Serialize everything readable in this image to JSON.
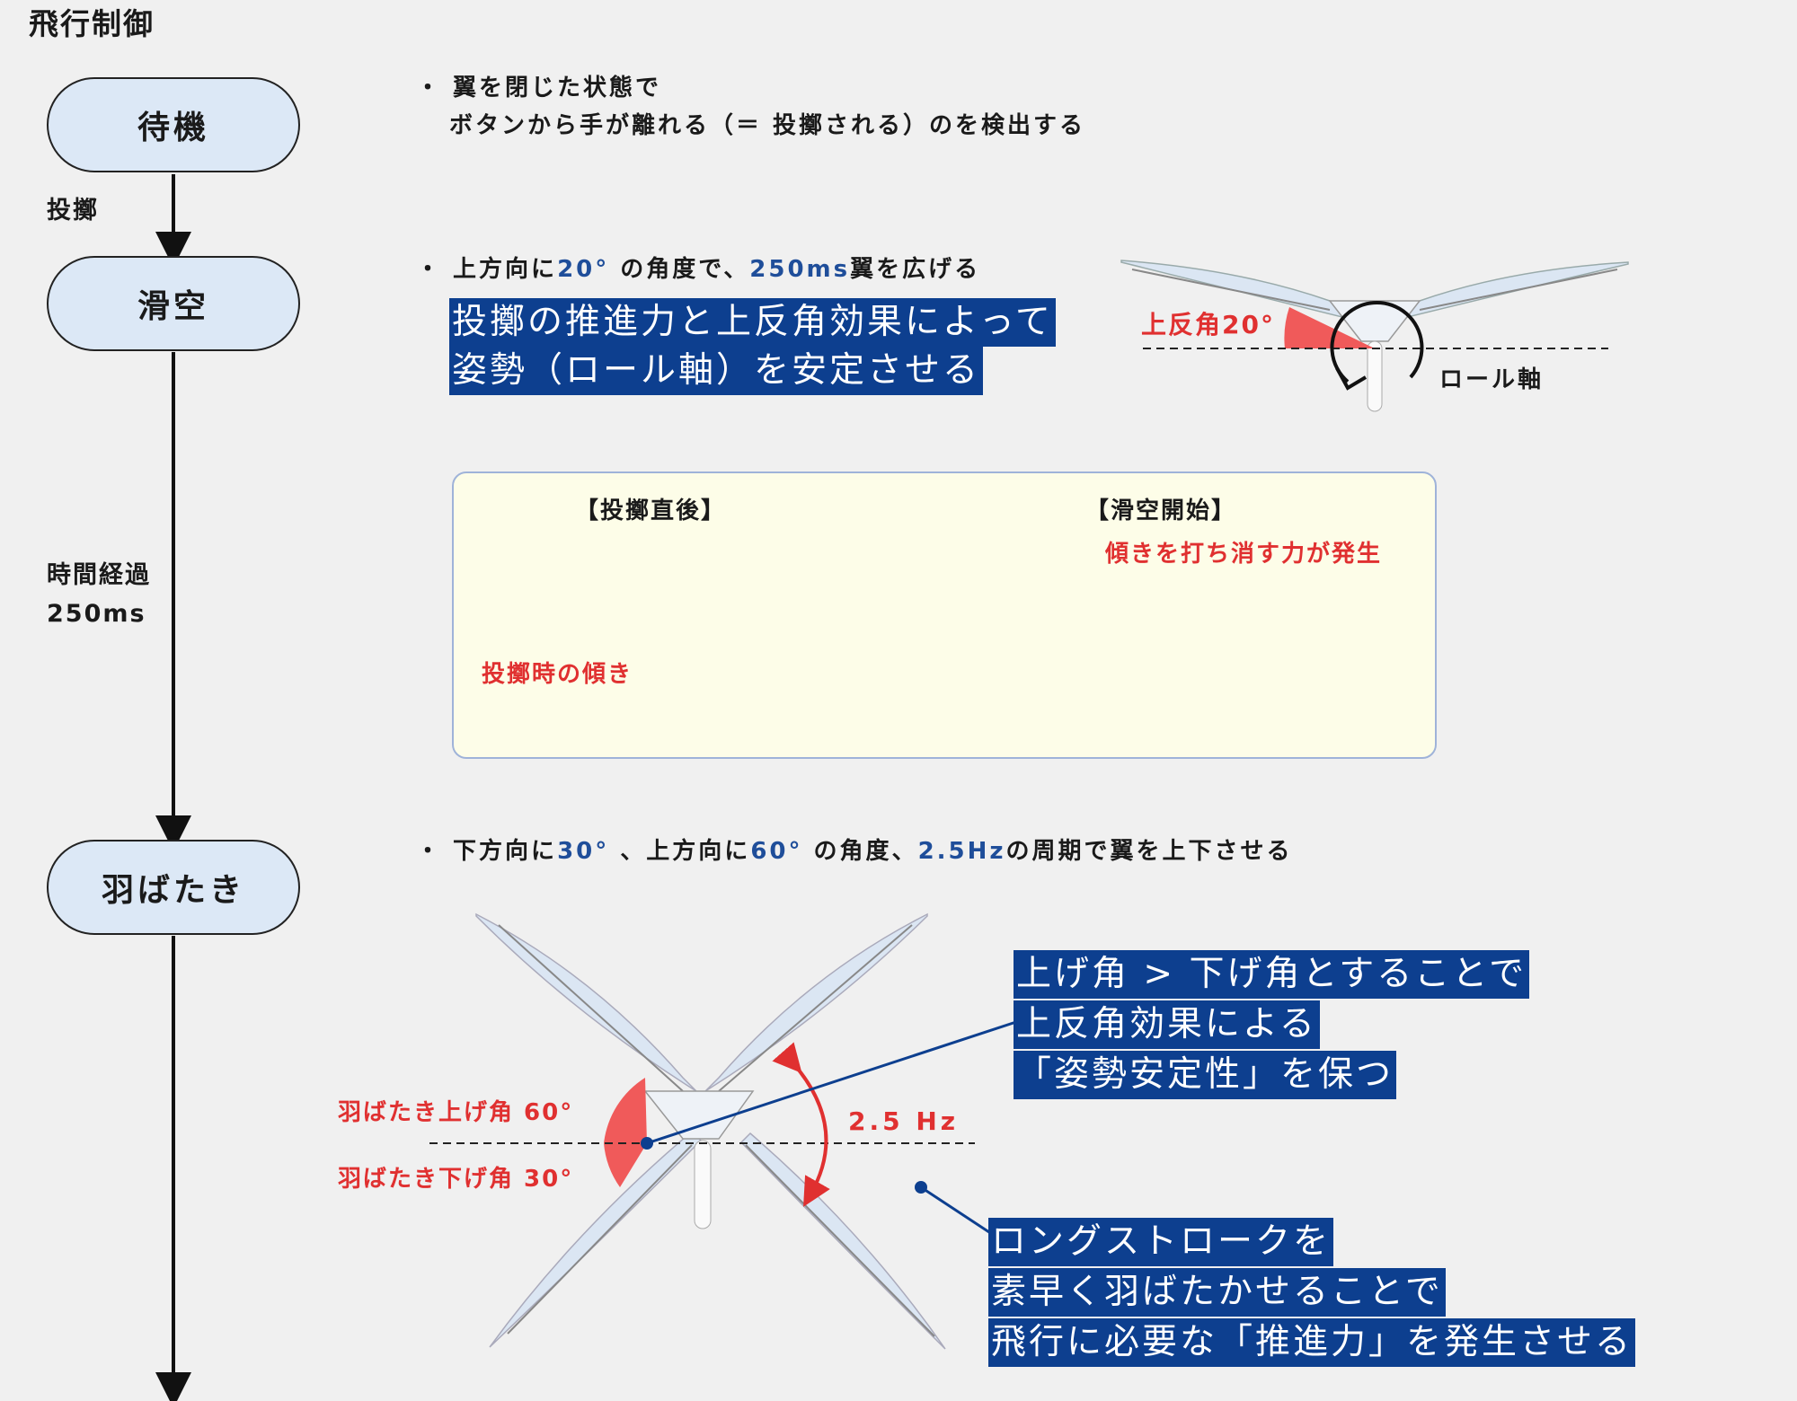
{
  "title": "飛行制御",
  "states": {
    "standby": "待機",
    "glide": "滑空",
    "flap": "羽ばたき"
  },
  "transitions": {
    "throw": "投擲",
    "elapsed_line1": "時間経過",
    "elapsed_line2": "250ms"
  },
  "standby_desc": {
    "line1": "・ 翼を閉じた状態で",
    "line2": "ボタンから手が離れる（＝ 投擲される）のを検出する"
  },
  "glide_desc": {
    "p1": "・ 上方向に",
    "v1": "20°",
    "p2": " の角度で、",
    "v2": "250ms",
    "p3": "翼を広げる",
    "hl1": "投擲の推進力と上反角効果によって",
    "hl2": "姿勢（ロール軸）を安定させる",
    "dihedral_label": "上反角20°",
    "roll_label": "ロール軸"
  },
  "glide_box": {
    "left_title": "【投擲直後】",
    "left_note": "投擲時の傾き",
    "right_title": "【滑空開始】",
    "right_note": "傾きを打ち消す力が発生"
  },
  "flap_desc": {
    "p1": "・ 下方向に",
    "v1": "30°",
    "p2": " 、上方向に",
    "v2": "60°",
    "p3": " の角度、",
    "v3": "2.5Hz",
    "p4": "の周期で翼を上下させる",
    "up_angle": "羽ばたき上げ角 60°",
    "down_angle": "羽ばたき下げ角 30°",
    "freq": "2.5 Hz",
    "hl_a1": "上げ角 > 下げ角とすることで",
    "hl_a2": "上反角効果による",
    "hl_a3": "「姿勢安定性」を保つ",
    "hl_b1": "ロングストロークを",
    "hl_b2": "素早く羽ばたかせることで",
    "hl_b3": "飛行に必要な「推進力」を発生させる"
  },
  "colors": {
    "state_fill": "#dce8f6",
    "accent_blue": "#1f4e9a",
    "highlight_bg": "#0d3f8f",
    "accent_red": "#e03030",
    "box_fill": "#fdfde8",
    "arrow_yellow": "#ffff00"
  }
}
